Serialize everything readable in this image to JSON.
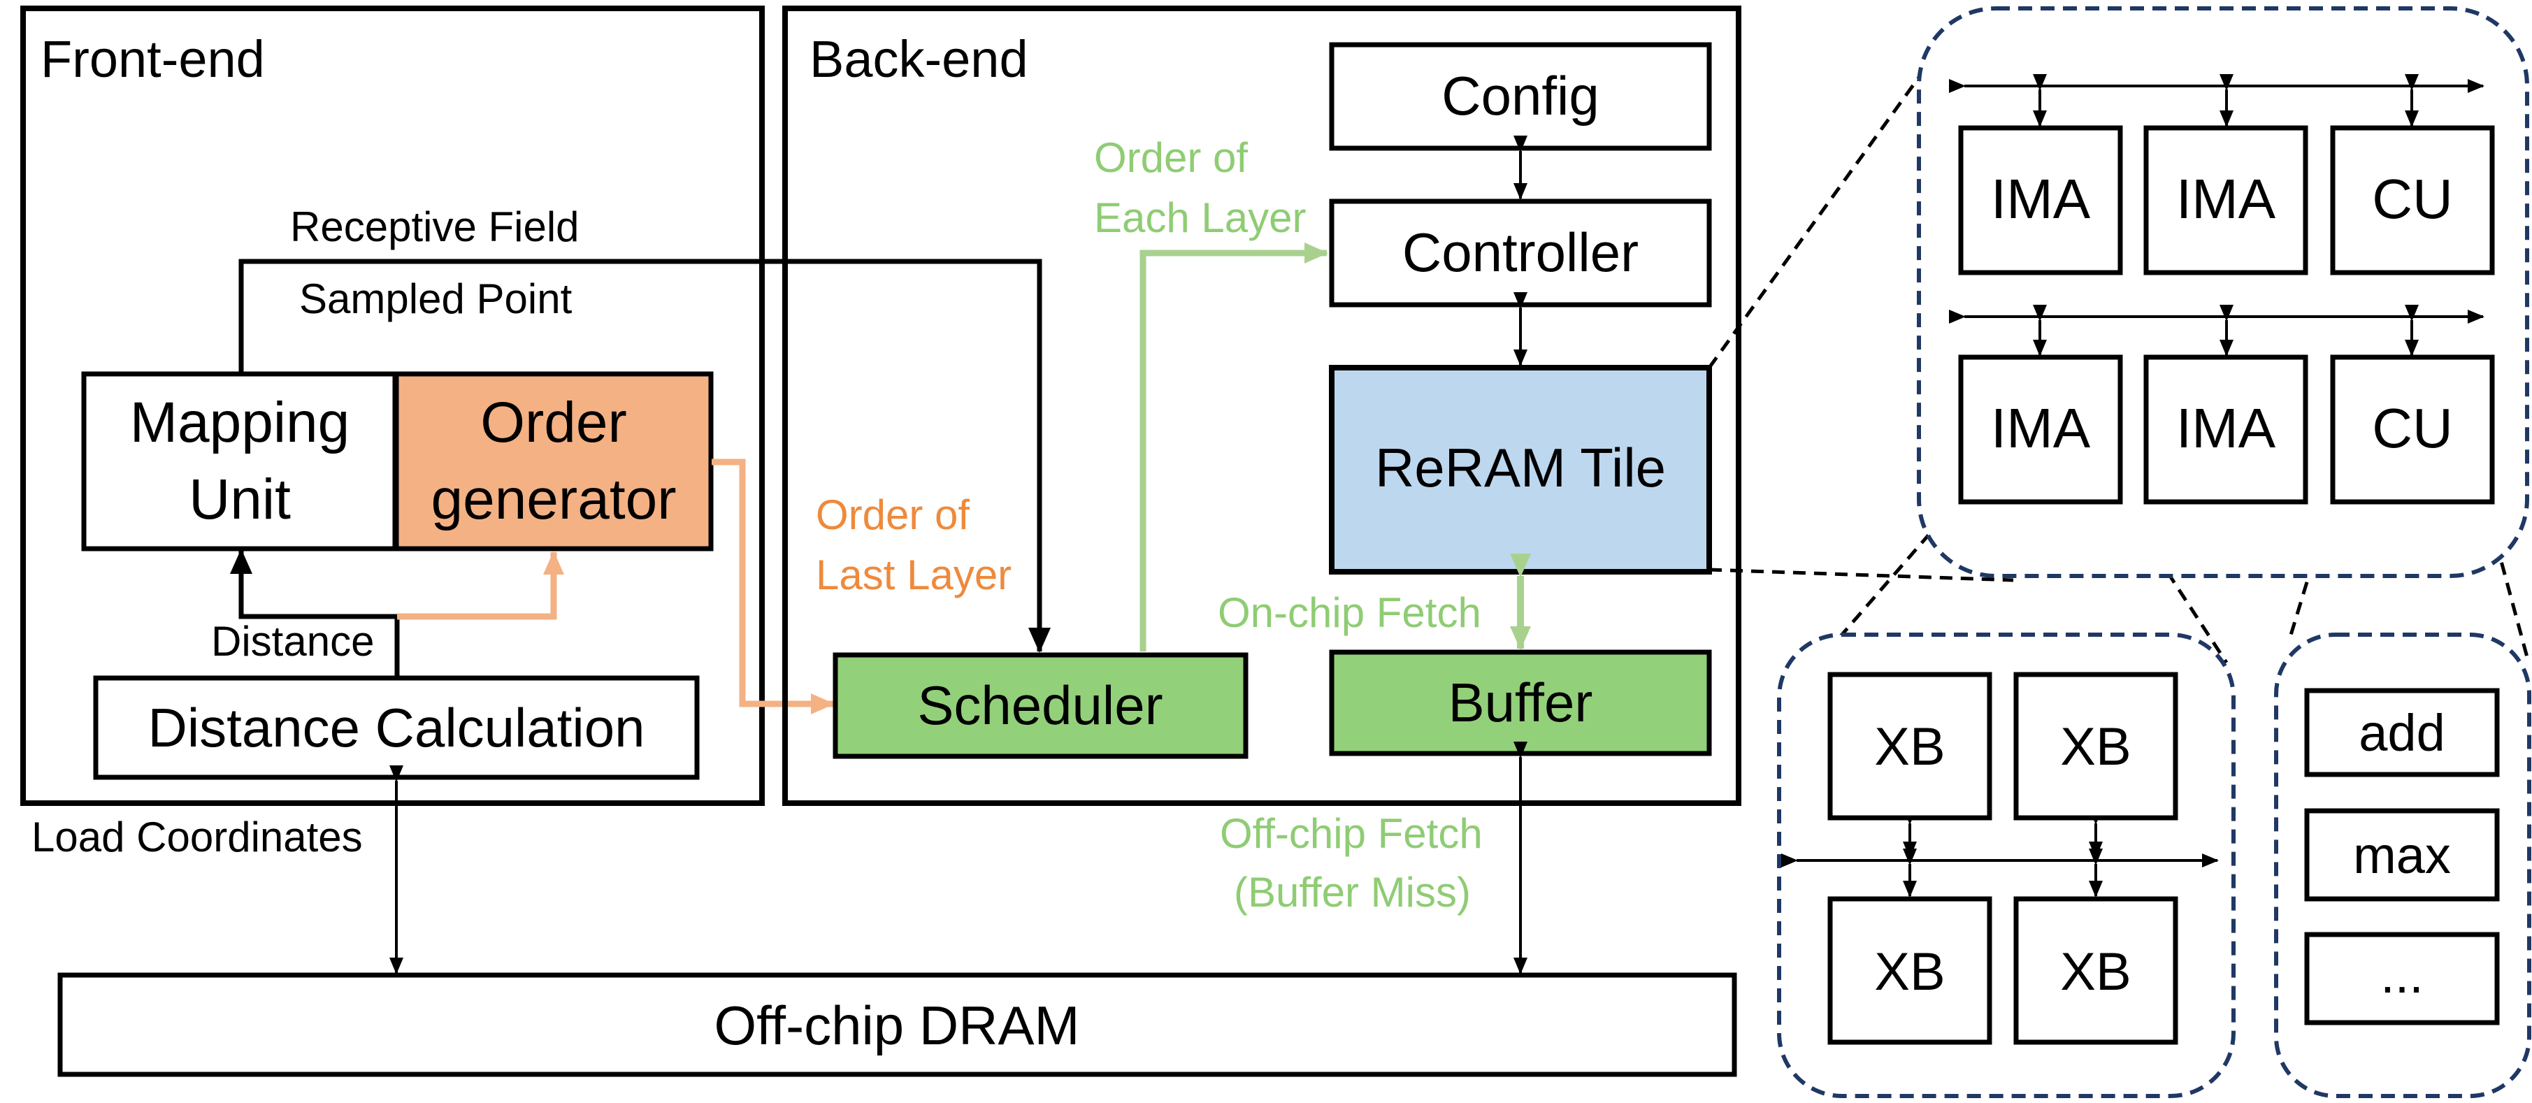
{
  "colors": {
    "orange_fill": "#f4b183",
    "green_fill": "#93d07a",
    "blue_fill": "#bdd7ee",
    "green_arrow": "#a9d18e",
    "orange_arrow": "#f4b183",
    "green_text": "#8fcc74",
    "orange_text": "#ee8a3c",
    "dashed": "#1f3864"
  },
  "frontend": {
    "title": "Front-end",
    "mapping_unit": [
      "Mapping",
      "Unit"
    ],
    "order_generator": [
      "Order",
      "generator"
    ],
    "distance_calculation": "Distance Calculation",
    "distance_label": "Distance",
    "receptive_field_label": "Receptive Field",
    "sampled_point_label": "Sampled Point",
    "load_coordinates_label": "Load Coordinates"
  },
  "backend": {
    "title": "Back-end",
    "config": "Config",
    "controller": "Controller",
    "reram_tile": "ReRAM Tile",
    "scheduler": "Scheduler",
    "buffer": "Buffer",
    "order_each_layer": [
      "Order of",
      "Each Layer"
    ],
    "order_last_layer": [
      "Order of",
      "Last Layer"
    ],
    "onchip_fetch": "On-chip Fetch",
    "offchip_fetch": [
      "Off-chip Fetch",
      "(Buffer Miss)"
    ]
  },
  "dram": "Off-chip DRAM",
  "tile_detail": {
    "row1": [
      "IMA",
      "IMA",
      "CU"
    ],
    "row2": [
      "IMA",
      "IMA",
      "CU"
    ]
  },
  "ima_detail": {
    "crossbars": [
      "XB",
      "XB",
      "XB",
      "XB"
    ]
  },
  "cu_detail": {
    "ops": [
      "add",
      "max",
      "..."
    ]
  }
}
